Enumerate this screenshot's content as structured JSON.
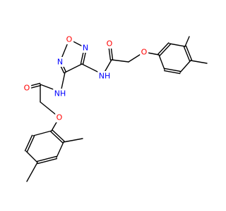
{
  "colors": {
    "bond": "#000000",
    "oxygen": "#ff0000",
    "nitrogen": "#0000ff",
    "background": "#ffffff"
  },
  "atom_labels": {
    "ring_o": "O",
    "ring_n_top": "N",
    "ring_n_left": "N",
    "amide_o_upper": "O",
    "nh_upper": "NH",
    "ether_o_upper": "O",
    "amide_o_lower": "O",
    "nh_lower": "NH",
    "ether_o_lower": "O"
  }
}
